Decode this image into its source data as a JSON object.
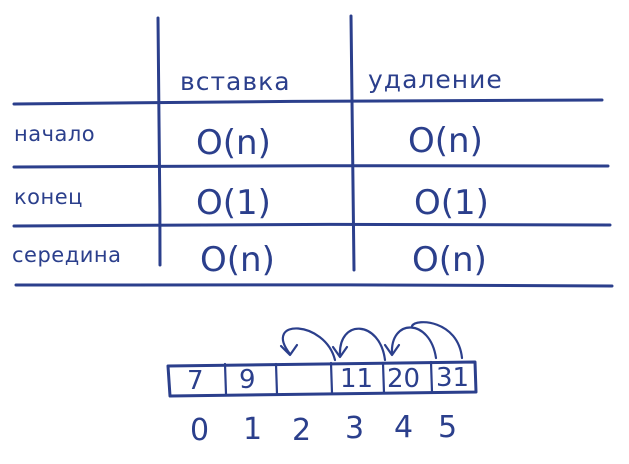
{
  "table": {
    "headers": {
      "insert": "вставка",
      "delete": "удаление"
    },
    "rows": [
      {
        "label": "начало",
        "insert": "O(n)",
        "delete": "O(n)"
      },
      {
        "label": "конец",
        "insert": "O(1)",
        "delete": "O(1)"
      },
      {
        "label": "середина",
        "insert": "O(n)",
        "delete": "O(n)"
      }
    ]
  },
  "array": {
    "cells": [
      "7",
      "9",
      "",
      "11",
      "20",
      "31"
    ],
    "indices": [
      "0",
      "1",
      "2",
      "3",
      "4",
      "5"
    ]
  },
  "colors": {
    "ink": "#2b3f8c",
    "background": "#ffffff"
  }
}
